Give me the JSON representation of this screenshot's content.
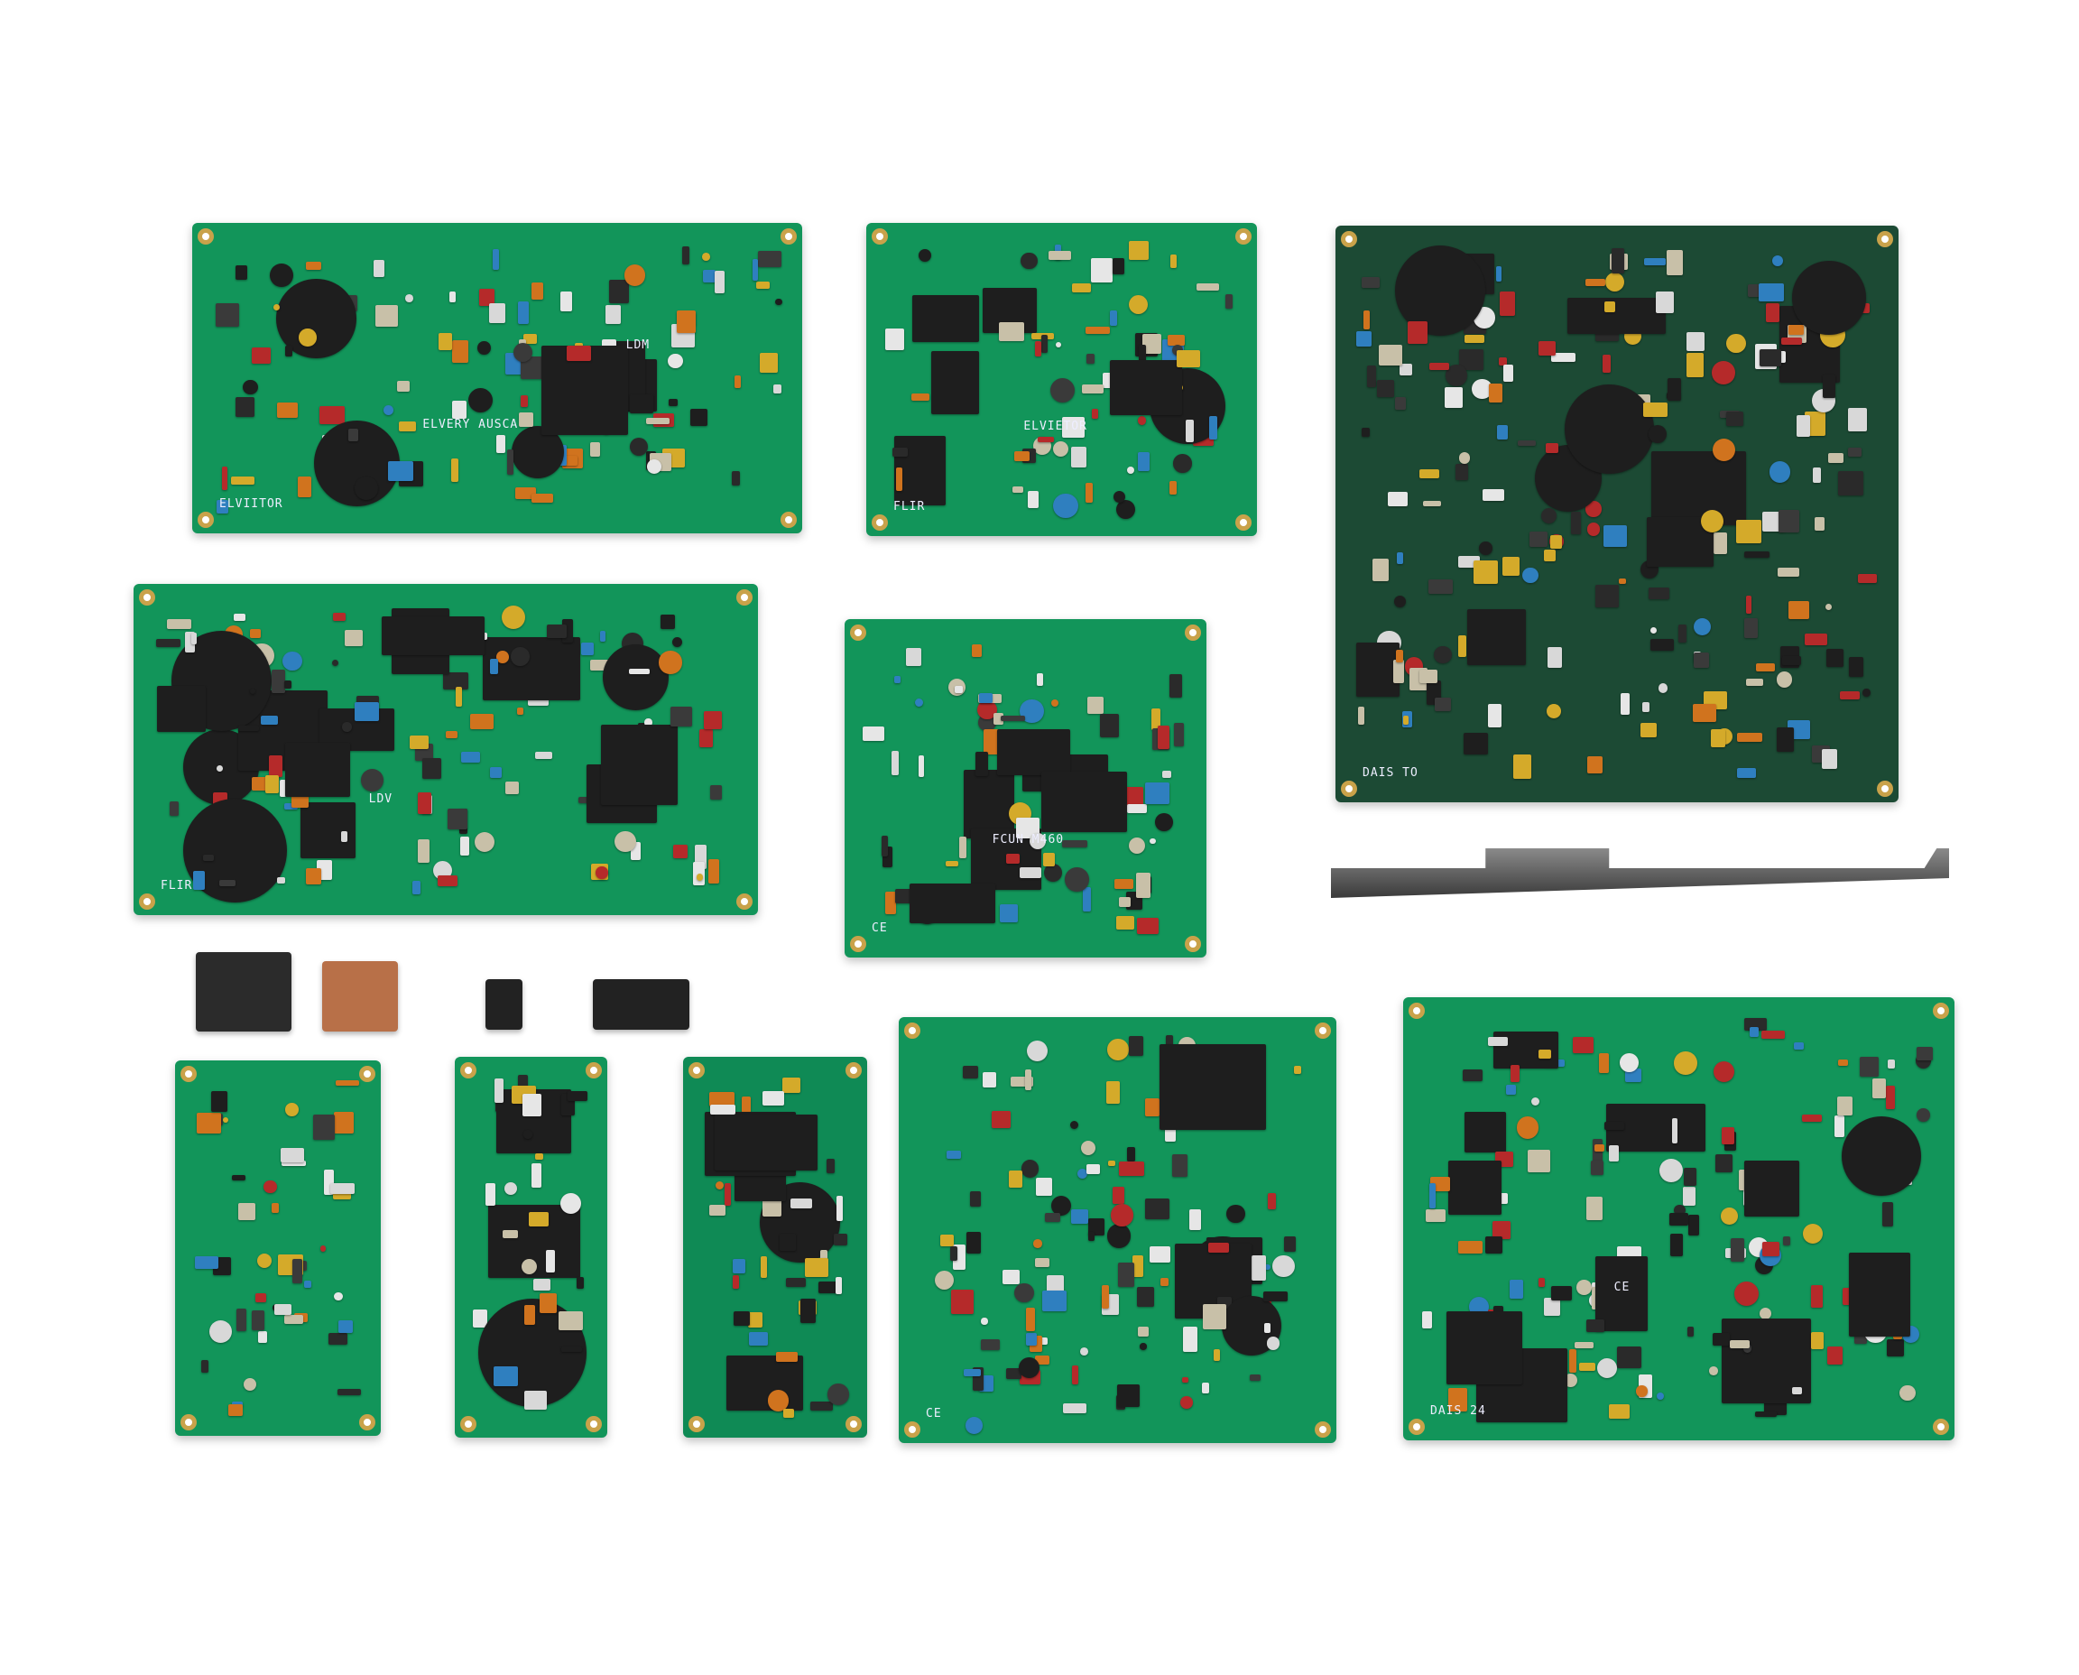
{
  "scene": {
    "background": "#ffffff",
    "pcb_color": "#12955a",
    "boards": [
      {
        "id": "board-1",
        "labels": [
          "ELVIITOR",
          "ELVERY AUSCA",
          "LDM"
        ]
      },
      {
        "id": "board-2",
        "labels": [
          "FLIR",
          "ELVIETOR"
        ]
      },
      {
        "id": "board-3",
        "labels": [
          "DAIS TO"
        ]
      },
      {
        "id": "board-4",
        "labels": [
          "FLIR",
          "LDV"
        ]
      },
      {
        "id": "board-5",
        "labels": [
          "CE",
          "FCUN M460"
        ]
      },
      {
        "id": "board-6",
        "labels": []
      },
      {
        "id": "board-7",
        "labels": []
      },
      {
        "id": "board-8",
        "labels": []
      },
      {
        "id": "board-9",
        "labels": [
          "CE"
        ]
      },
      {
        "id": "board-10",
        "labels": [
          "DAIS 24",
          "CE"
        ]
      }
    ]
  }
}
